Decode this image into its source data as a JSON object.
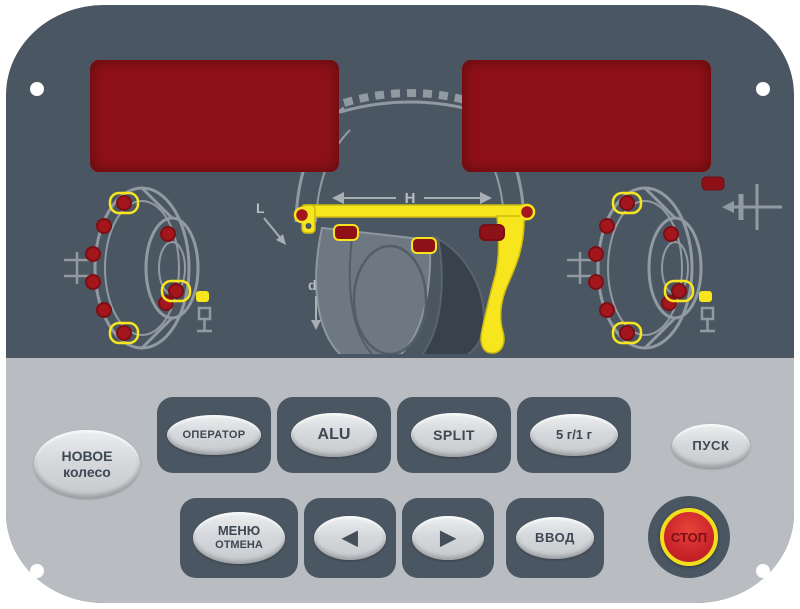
{
  "colors": {
    "panel_dark": "#4B5663",
    "panel_light": "#B9BDC1",
    "display_red": "#8E1117",
    "accent_yellow": "#F7E51E",
    "led_red": "#A2161C",
    "stop_red": "#C8222A",
    "line_gray": "#929AA1"
  },
  "displays": {
    "left": "",
    "right": ""
  },
  "diagram": {
    "dim_h": "H",
    "dim_l": "L",
    "dim_d": "d"
  },
  "keypad": {
    "operator": "ОПЕРАТОР",
    "alu": "ALU",
    "split": "SPLIT",
    "grams": "5 г/1 г",
    "menu_line1": "МЕНЮ",
    "menu_line2": "ОТМЕНА",
    "arrow_left": "◀",
    "arrow_right": "▶",
    "enter": "ВВОД"
  },
  "side_buttons": {
    "new_wheel_line1": "НОВОЕ",
    "new_wheel_line2": "колесо",
    "start": "ПУСК",
    "stop": "СТОП"
  }
}
